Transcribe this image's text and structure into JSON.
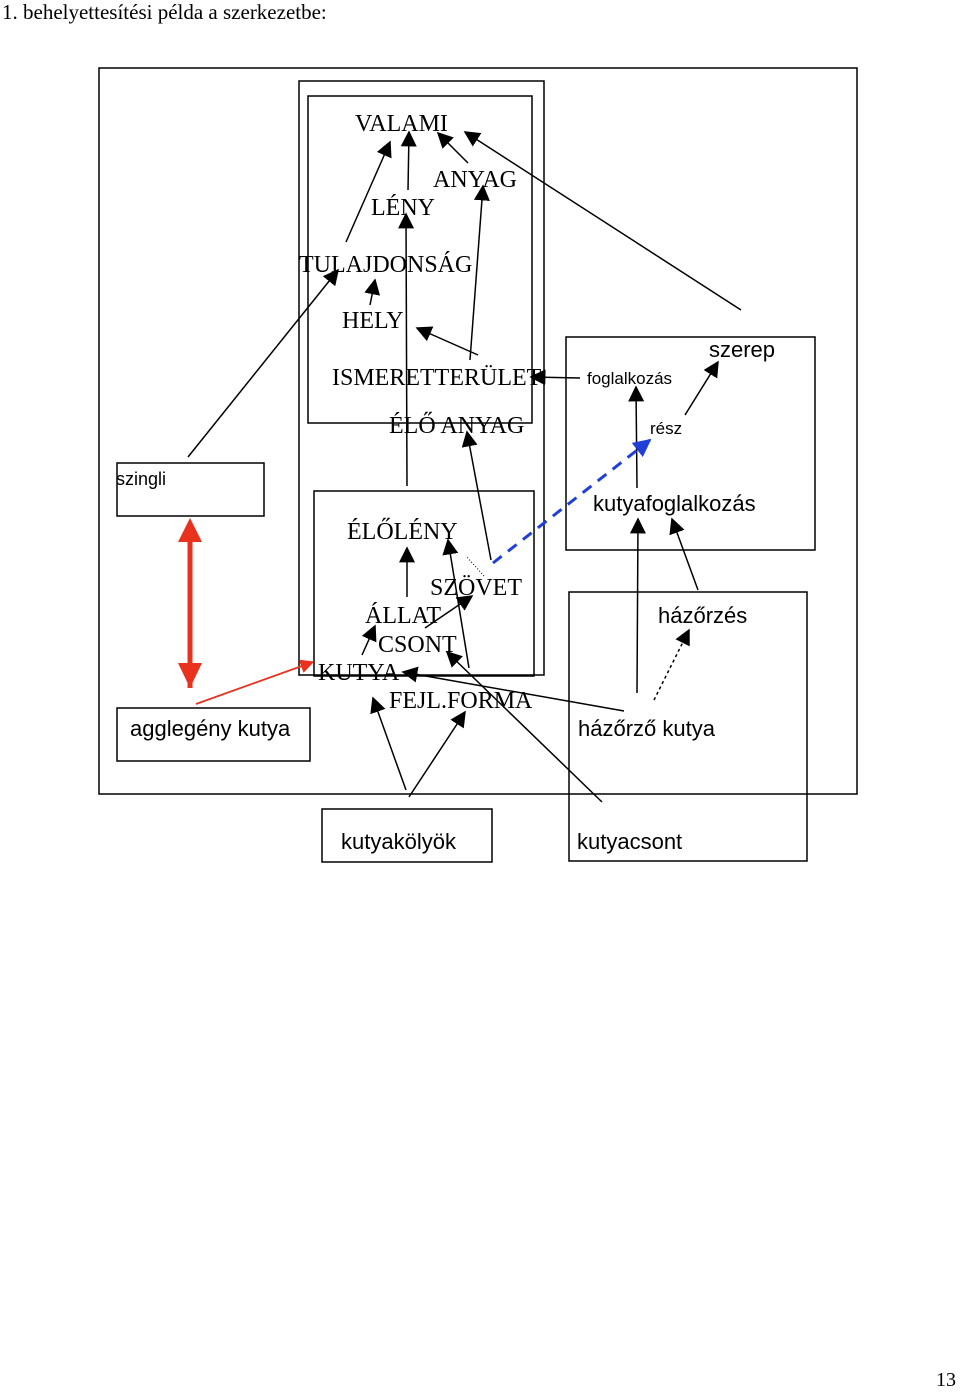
{
  "page": {
    "heading": "1. behelyettesítési példa a szerkezetbe:",
    "page_number": "13"
  },
  "concepts": {
    "valami": "VALAMI",
    "anyag": "ANYAG",
    "leny": "LÉNY",
    "tulajdonsag": "TULAJDONSÁG",
    "hely": "HELY",
    "ismeretterulet": "ISMERETTERÜLET",
    "elo_anyag": "ÉLŐ ANYAG",
    "eloleny": "ÉLŐLÉNY",
    "szovet": "SZÖVET",
    "allat": "ÁLLAT",
    "csont": "CSONT",
    "kutya": "KUTYA",
    "fejl_forma": "FEJL.FORMA"
  },
  "instances": {
    "szingli": "szingli",
    "agglegeny_kutya": "agglegény kutya",
    "foglalkozas": "foglalkozás",
    "szerep": "szerep",
    "resz": "rész",
    "kutyafoglalkozas": "kutyafoglalkozás",
    "hazorzes": "házőrzés",
    "hazorzo_kutya": "házőrző kutya",
    "kutyakolyok": "kutyakölyök",
    "kutyacsont": "kutyacsont"
  },
  "colors": {
    "line": "#000000",
    "red_link": "#e8321e",
    "blue_link": "#1f3fd6"
  }
}
